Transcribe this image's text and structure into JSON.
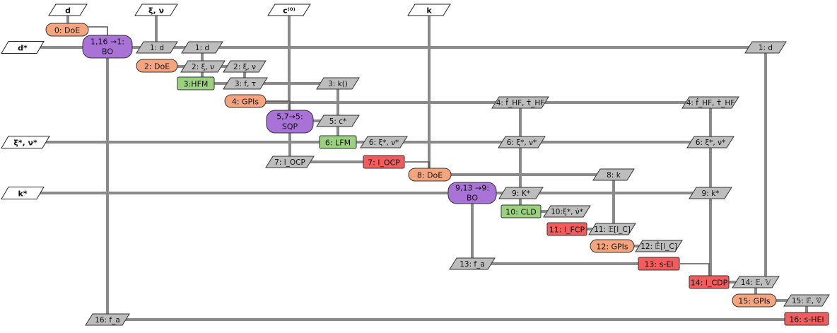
{
  "inputs": [
    {
      "id": "in_d",
      "text": "d"
    },
    {
      "id": "in_xinu",
      "text": "ξ, ν"
    },
    {
      "id": "in_c0",
      "text": "c⁽⁰⁾"
    },
    {
      "id": "in_k",
      "text": "k"
    },
    {
      "id": "in_dstar",
      "text": "d*"
    },
    {
      "id": "in_xinustar",
      "text": "ξ*, ν*"
    },
    {
      "id": "in_kstar",
      "text": "k*"
    }
  ],
  "components": [
    {
      "id": "doe0",
      "text": "0: DoE",
      "kind": "orange"
    },
    {
      "id": "bo1",
      "text": "1,16 →1:",
      "text2": "BO",
      "kind": "purple"
    },
    {
      "id": "doe2",
      "text": "2: DoE",
      "kind": "orange"
    },
    {
      "id": "hfm3",
      "text": "3:HFM",
      "kind": "green"
    },
    {
      "id": "gpi4",
      "text": "4: GPIs",
      "kind": "orange"
    },
    {
      "id": "sqp5",
      "text": "5,7→5:",
      "text2": "SQP",
      "kind": "purple"
    },
    {
      "id": "lfm6",
      "text": "6: LFM",
      "kind": "green"
    },
    {
      "id": "locp7",
      "text": "7: l_OCP",
      "kind": "red"
    },
    {
      "id": "doe8",
      "text": "8: DoE",
      "kind": "orange"
    },
    {
      "id": "bo9",
      "text": "9,13 →9:",
      "text2": "BO",
      "kind": "purple"
    },
    {
      "id": "cld10",
      "text": "10: CLD",
      "kind": "green"
    },
    {
      "id": "lfcp11",
      "text": "11: l_FCP",
      "kind": "red"
    },
    {
      "id": "gpi12",
      "text": "12: GPIs",
      "kind": "orange"
    },
    {
      "id": "sei13",
      "text": "13: s-EI",
      "kind": "red"
    },
    {
      "id": "lcdp14",
      "text": "14: l_CDP",
      "kind": "red"
    },
    {
      "id": "gpi15",
      "text": "15: GPIs",
      "kind": "orange"
    },
    {
      "id": "shei16",
      "text": "16: s-HEI",
      "kind": "red"
    }
  ],
  "data_blocks": [
    {
      "id": "d1a",
      "text": "1: d"
    },
    {
      "id": "d1b",
      "text": "1: d"
    },
    {
      "id": "d1c",
      "text": "1: d"
    },
    {
      "id": "d2a",
      "text": "2: ξ, ν"
    },
    {
      "id": "d2b",
      "text": "2: ξ, ν"
    },
    {
      "id": "d3a",
      "text": "3: f, τ"
    },
    {
      "id": "d3b",
      "text": "3: k()"
    },
    {
      "id": "d4a",
      "text": "4: f̂_HF, τ̂_HF"
    },
    {
      "id": "d4b",
      "text": "4: f̂_HF, τ̂_HF"
    },
    {
      "id": "d5",
      "text": "5: c*"
    },
    {
      "id": "d6a",
      "text": "6: ξ*, ν*"
    },
    {
      "id": "d6b",
      "text": "6: ξ*, ν*"
    },
    {
      "id": "d6c",
      "text": "6: ξ*, ν*"
    },
    {
      "id": "d7",
      "text": "7: l_OCP"
    },
    {
      "id": "d8",
      "text": "8: k"
    },
    {
      "id": "d9a",
      "text": "9: K*"
    },
    {
      "id": "d9b",
      "text": "9: k*"
    },
    {
      "id": "d10",
      "text": "10:ξ*, ν̇*"
    },
    {
      "id": "d11",
      "text": "11: 𝔼[l_C]"
    },
    {
      "id": "d12",
      "text": "12: 𝔼̂[l_C]"
    },
    {
      "id": "d13",
      "text": "13: f_a"
    },
    {
      "id": "d14",
      "text": "14: 𝔼, 𝕍"
    },
    {
      "id": "d15",
      "text": "15: 𝔼̂, 𝕍̂"
    },
    {
      "id": "d16",
      "text": "16: f_a"
    }
  ],
  "colors": {
    "orange": "#f5a57e",
    "purple": "#a872d6",
    "green": "#99d17f",
    "red": "#f25c5c",
    "data": "#bdbdbd",
    "link": "#8a8a8a"
  }
}
